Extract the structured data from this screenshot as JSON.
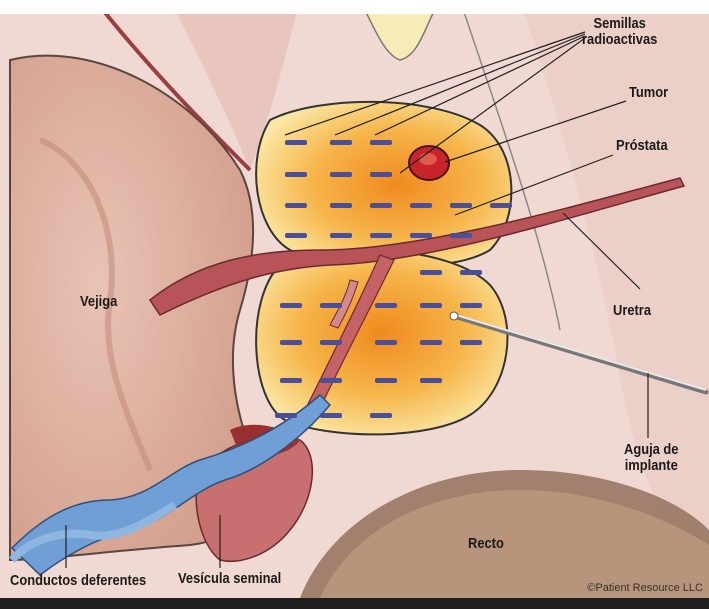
{
  "labels": {
    "seeds": "Semillas\nradioactivas",
    "tumor": "Tumor",
    "prostate": "Próstata",
    "bladder": "Vejiga",
    "urethra": "Uretra",
    "needle": "Aguja de\nimplante",
    "rectum": "Recto",
    "vas_deferens": "Conductos deferentes",
    "seminal_vesicle": "Vesícula seminal"
  },
  "credit": "©Patient Resource LLC",
  "colors": {
    "background": "#f1d9d3",
    "bladder": "#e2b6a6",
    "prostate_core": "#f29a2a",
    "prostate_edge": "#fbe9a8",
    "seed": "#4b4f9a",
    "tumor": "#c8242a",
    "urethra": "#b85458",
    "vas_deferens": "#6f9fd4",
    "rectum": "#8d6a55",
    "bar": "#1f1f1f"
  }
}
